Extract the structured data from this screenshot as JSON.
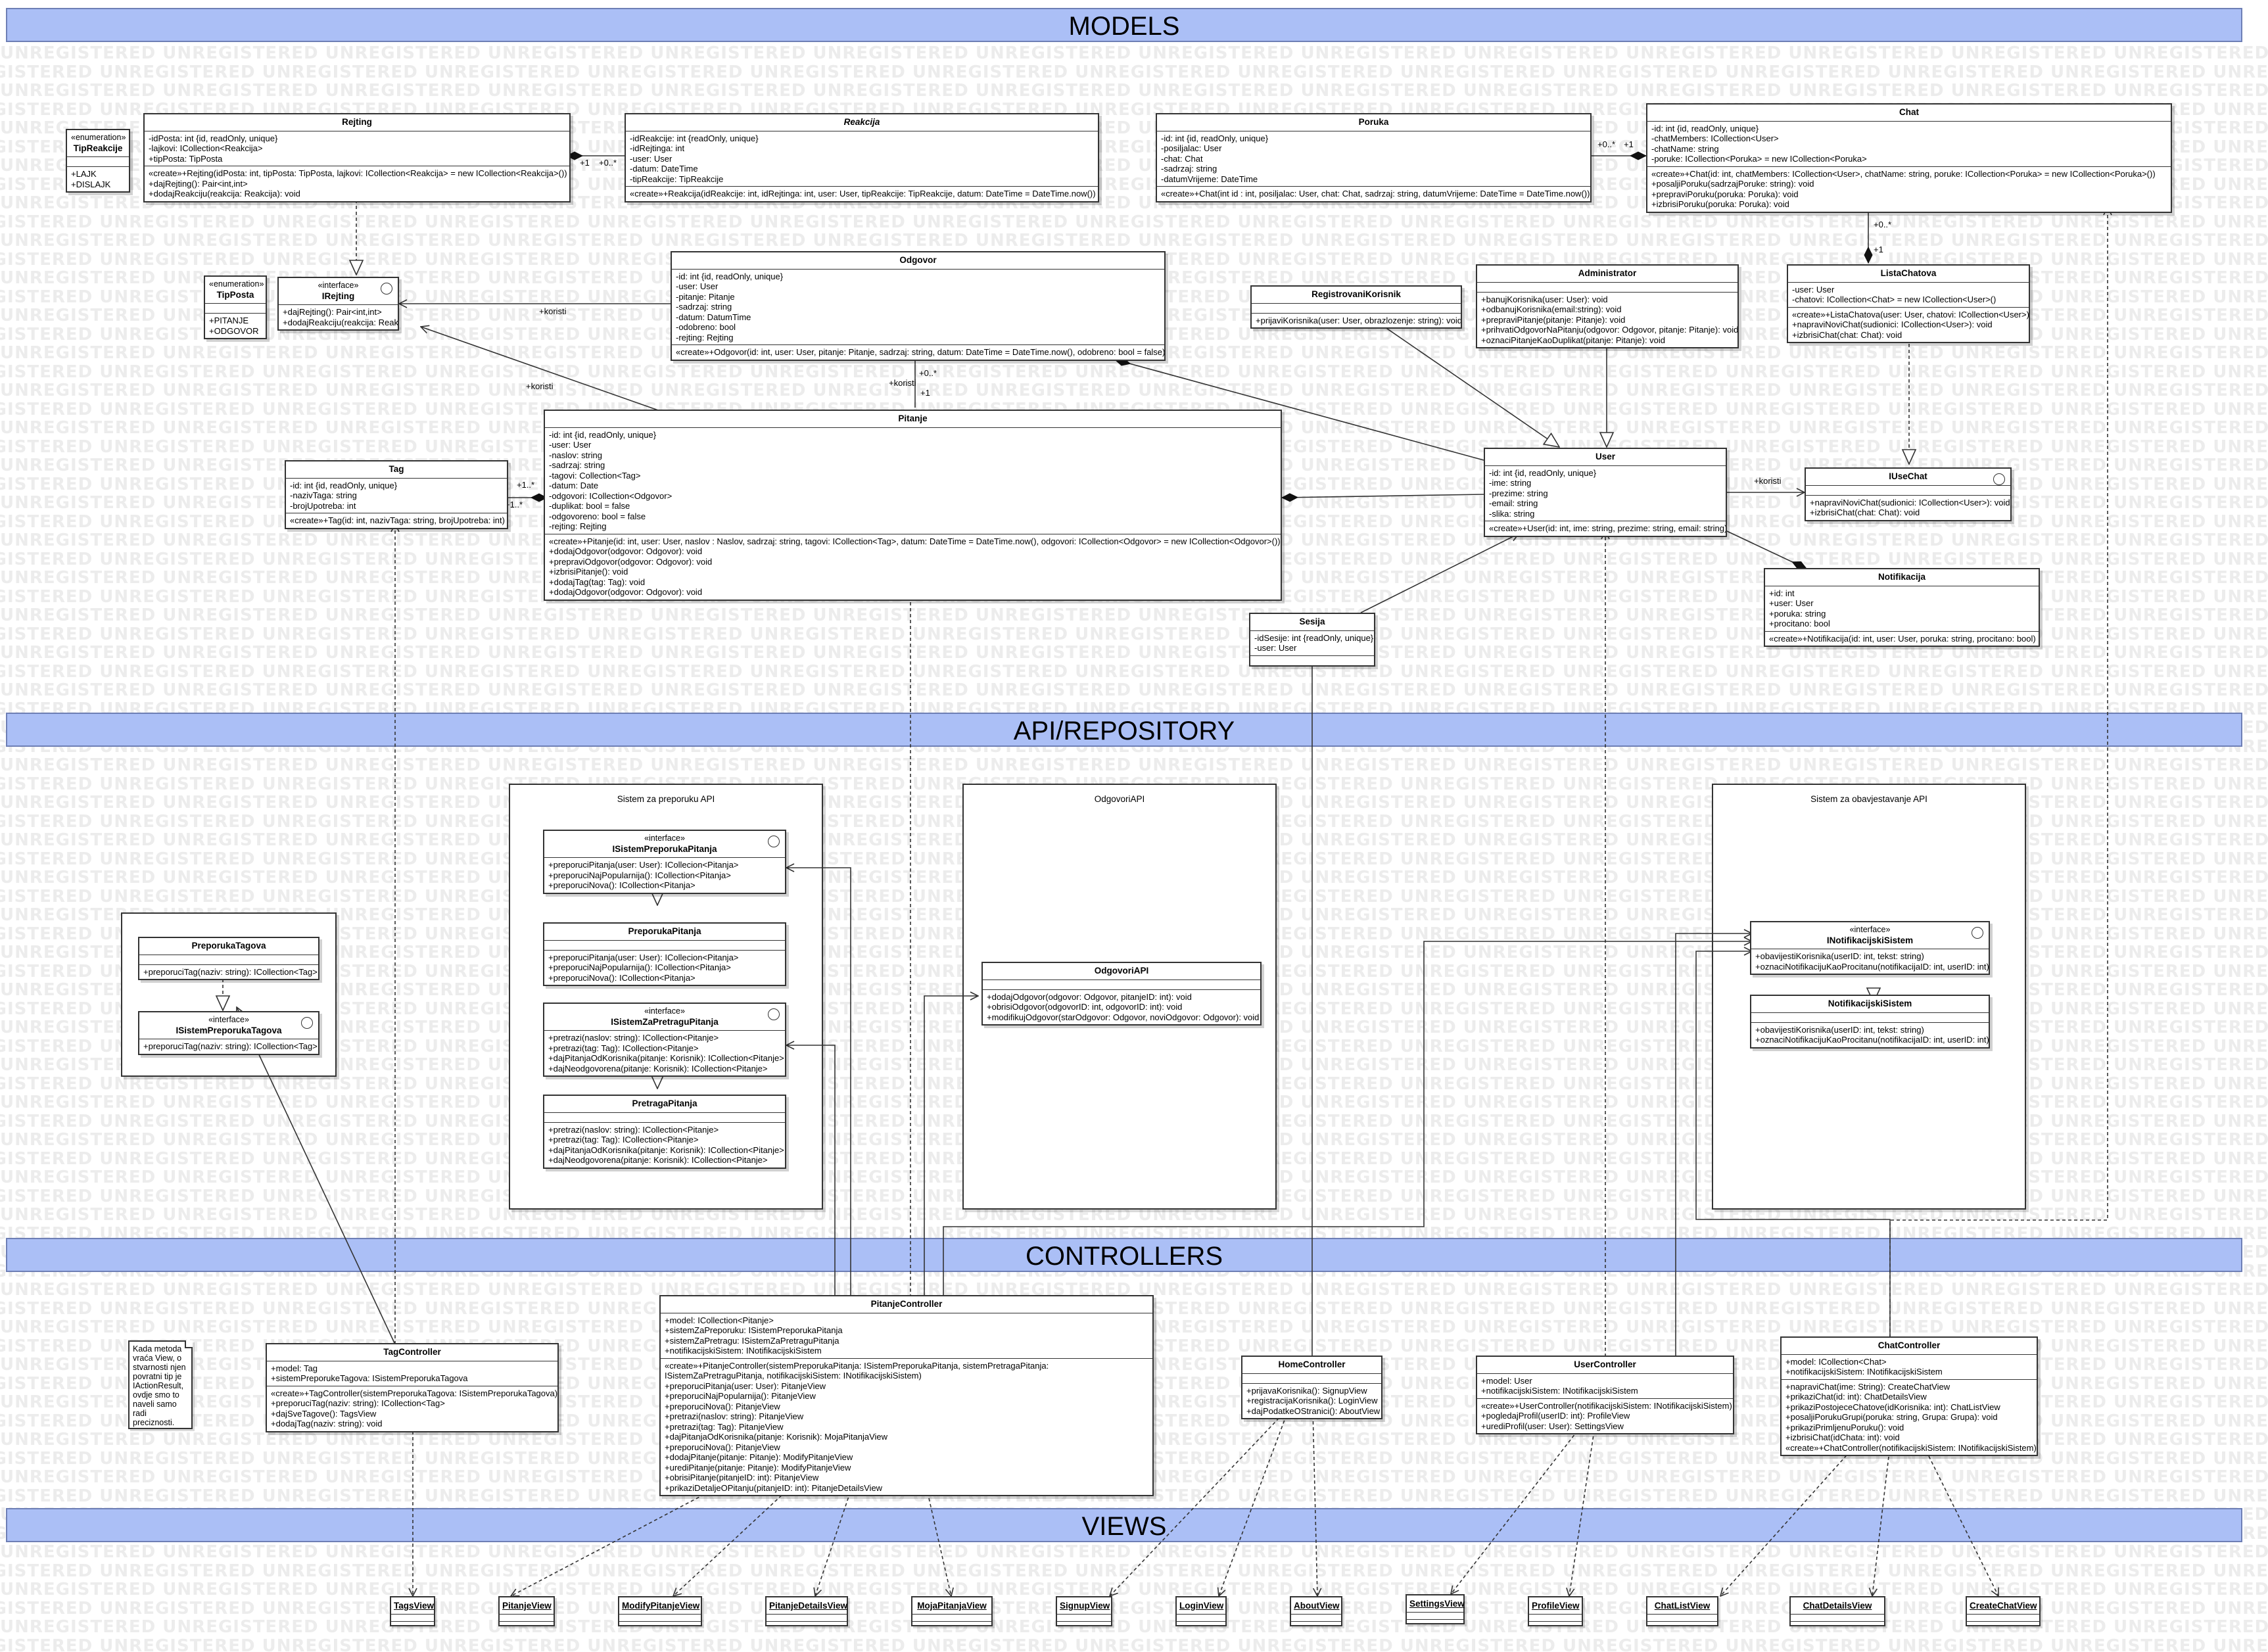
{
  "watermark": "UNREGISTERED",
  "sections": {
    "models": "MODELS",
    "api": "API/REPOSITORY",
    "controllers": "CONTROLLERS",
    "views": "VIEWS"
  },
  "classes": {
    "tiprekcije": {
      "stereotype": "«enumeration»",
      "name": "TipReakcije",
      "attrs": [
        "+LAJK",
        "+DISLAJK"
      ],
      "ops": []
    },
    "rejting": {
      "name": "Rejting",
      "attrs": [
        "-idPosta: int {id, readOnly, unique}",
        "-lajkovi: ICollection<Reakcija>",
        "+tipPosta: TipPosta"
      ],
      "ops": [
        "«create»+Rejting(idPosta: int, tipPosta: TipPosta, lajkovi: ICollection<Reakcija> = new ICollection<Reakcija>())",
        "+dajRejting(): Pair<int,int>",
        "+dodajReakciju(reakcija: Reakcija): void"
      ]
    },
    "reakcija": {
      "name": "Reakcija",
      "attrs": [
        "-idReakcije: int {readOnly, unique}",
        "-idRejtinga: int",
        "-user: User",
        "-datum: DateTime",
        "-tipReakcije: TipReakcije"
      ],
      "ops": [
        "«create»+Reakcija(idReakcije: int, idRejtinga: int, user: User, tipReakcije: TipReakcije, datum: DateTime = DateTime.now())"
      ]
    },
    "poruka": {
      "name": "Poruka",
      "attrs": [
        "-id: int {id, readOnly, unique}",
        "-posiljalac: User",
        "-chat: Chat",
        "-sadrzaj: string",
        "-datumVrijeme: DateTime"
      ],
      "ops": [
        "«create»+Chat(int id : int, posiljalac: User, chat: Chat, sadrzaj: string, datumVrijeme: DateTime = DateTime.now())"
      ]
    },
    "chat": {
      "name": "Chat",
      "attrs": [
        "-id: int {id, readOnly, unique}",
        "-chatMembers: ICollection<User>",
        "-chatName: string",
        "-poruke: ICollection<Poruka> = new ICollection<Poruka>"
      ],
      "ops": [
        "«create»+Chat(id: int, chatMembers: ICollection<User>, chatName: string, poruke: ICollection<Poruka> = new ICollection<Poruka>())",
        "+posaljiPoruku(sadrzajPoruke: string): void",
        "+prepraviPoruku(poruka: Poruka): void",
        "+izbrisiPoruku(poruka: Poruka): void"
      ]
    },
    "tipposta": {
      "stereotype": "«enumeration»",
      "name": "TipPosta",
      "attrs": [
        "+PITANJE",
        "+ODGOVOR"
      ],
      "ops": []
    },
    "irejting": {
      "stereotype": "«interface»",
      "name": "IRejting",
      "attrs": [
        "+dajRejting(): Pair<int,int>",
        "+dodajReakciju(reakcija: Reakcija): void"
      ],
      "ops": []
    },
    "odgovor": {
      "name": "Odgovor",
      "attrs": [
        "-id: int {id, readOnly, unique}",
        "-user: User",
        "-pitanje: Pitanje",
        "-sadrzaj: string",
        "-datum: DatumTime",
        "-odobreno: bool",
        "-rejting: Rejting"
      ],
      "ops": [
        "«create»+Odgovor(id: int, user: User, pitanje: Pitanje, sadrzaj: string, datum: DateTime = DateTime.now(), odobreno: bool = false)"
      ]
    },
    "registrovani": {
      "name": "RegistrovaniKorisnik",
      "attrs": [],
      "ops": [
        "+prijaviKorisnika(user: User, obrazlozenje: string): void"
      ]
    },
    "administrator": {
      "name": "Administrator",
      "attrs": [],
      "ops": [
        "+banujKorisnika(user: User): void",
        "+odbanujKorisnika(email:string): void",
        "+prepraviPitanje(pitanje: Pitanje): void",
        "+prihvatiOdgovorNaPitanju(odgovor: Odgovor, pitanje: Pitanje): void",
        "+oznaciPitanjeKaoDuplikat(pitanje: Pitanje): void"
      ]
    },
    "listachatova": {
      "name": "ListaChatova",
      "attrs": [
        "-user: User",
        "-chatovi: ICollection<Chat> = new ICollection<User>()"
      ],
      "ops": [
        "«create»+ListaChatova(user: User, chatovi: ICollection<User>)",
        "+napraviNoviChat(sudionici: ICollection<User>): void",
        "+izbrisiChat(chat: Chat): void"
      ]
    },
    "pitanje": {
      "name": "Pitanje",
      "attrs": [
        "-id: int {id, readOnly, unique}",
        "-user: User",
        "-naslov: string",
        "-sadrzaj: string",
        "-tagovi: Collection<Tag>",
        "-datum: Date",
        "-odgovori: ICollection<Odgovor>",
        "-duplikat: bool = false",
        "-odgovoreno: bool = false",
        "-rejting: Rejting"
      ],
      "ops": [
        "«create»+Pitanje(id: int, user: User, naslov : Naslov, sadrzaj: string, tagovi: ICollection<Tag>, datum: DateTime = DateTime.now(), odgovori: ICollection<Odgovor> = new ICollection<Odgovor>())",
        "+dodajOdgovor(odgovor: Odgovor): void",
        "+prepraviOdgovor(odgovor: Odgovor): void",
        "+izbrisiPitanje(): void",
        "+dodajTag(tag: Tag): void",
        "+dodajOdgovor(odgovor: Odgovor): void"
      ]
    },
    "tag": {
      "name": "Tag",
      "attrs": [
        "-id: int {id, readOnly, unique}",
        "-nazivTaga: string",
        "-brojUpotreba: int"
      ],
      "ops": [
        "«create»+Tag(id: int, nazivTaga: string, brojUpotreba: int)"
      ]
    },
    "user": {
      "name": "User",
      "attrs": [
        "-id: int {id, readOnly, unique}",
        "-ime: string",
        "-prezime: string",
        "-email: string",
        "-slika: string"
      ],
      "ops": [
        "«create»+User(id: int, ime: string, prezime: string, email: string)"
      ]
    },
    "iusechat": {
      "name": "IUseChat",
      "attrs": [],
      "ops": [
        "+napraviNoviChat(sudionici: ICollection<User>): void",
        "+izbrisiChat(chat: Chat): void"
      ]
    },
    "notifikacija": {
      "name": "Notifikacija",
      "attrs": [
        "+id: int",
        "+user: User",
        "+poruka: string",
        "+procitano: bool"
      ],
      "ops": [
        "«create»+Notifikacija(id: int, user: User, poruka: string, procitano: bool)"
      ]
    },
    "sesija": {
      "name": "Sesija",
      "attrs": [
        "-idSesije: int {readOnly, unique}",
        "-user: User"
      ],
      "ops": []
    },
    "isistempreporuka": {
      "stereotype": "«interface»",
      "name": "ISistemPreporukaPitanja",
      "attrs": [
        "+preporuciPitanja(user: User): ICollecion<Pitanja>",
        "+preporuciNajPopularnija(): ICollection<Pitanja>",
        "+preporuciNova(): ICollection<Pitanja>"
      ],
      "ops": []
    },
    "preporukapitanja": {
      "name": "PreporukaPitanja",
      "attrs": [],
      "ops": [
        "+preporuciPitanja(user: User): ICollecion<Pitanja>",
        "+preporuciNajPopularnija(): ICollection<Pitanja>",
        "+preporuciNova(): ICollection<Pitanja>"
      ]
    },
    "isistempretragu": {
      "stereotype": "«interface»",
      "name": "ISistemZaPretraguPitanja",
      "attrs": [
        "+pretrazi(naslov: string): ICollection<Pitanje>",
        "+pretrazi(tag: Tag): ICollection<Pitanje>",
        "+dajPitanjaOdKorisnika(pitanje: Korisnik): ICollection<Pitanje>",
        "+dajNeodgovorena(pitanje: Korisnik): ICollection<Pitanje>"
      ],
      "ops": []
    },
    "pretragapitanja": {
      "name": "PretragaPitanja",
      "attrs": [],
      "ops": [
        "+pretrazi(naslov: string): ICollection<Pitanje>",
        "+pretrazi(tag: Tag): ICollection<Pitanje>",
        "+dajPitanjaOdKorisnika(pitanje: Korisnik): ICollection<Pitanje>",
        "+dajNeodgovorena(pitanje: Korisnik): ICollection<Pitanje>"
      ]
    },
    "odgovoriapi": {
      "name": "OdgovoriAPI",
      "attrs": [],
      "ops": [
        "+dodajOdgovor(odgovor: Odgovor, pitanjeID: int): void",
        "+obrisiOdgovor(odgovorID: int, odgovorID: int): void",
        "+modifikujOdgovor(starOdgovor: Odgovor, noviOdgovor: Odgovor): void"
      ]
    },
    "preporukatagova": {
      "name": "PreporukaTagova",
      "attrs": [],
      "ops": [
        "+preporuciTag(naziv: string): ICollection<Tag>"
      ]
    },
    "isistempreporukatagova": {
      "stereotype": "«interface»",
      "name": "ISistemPreporukaTagova",
      "attrs": [
        "+preporuciTag(naziv: string): ICollection<Tag>"
      ],
      "ops": []
    },
    "inotifikacijski": {
      "stereotype": "«interface»",
      "name": "INotifikacijskiSistem",
      "attrs": [
        "+obavijestiKorisnika(userID: int, tekst: string)",
        "+oznaciNotifikacijuKaoProcitanu(notifikacijaID: int, userID: int)"
      ],
      "ops": []
    },
    "notifikacijski": {
      "name": "NotifikacijskiSistem",
      "attrs": [],
      "ops": [
        "+obavijestiKorisnika(userID: int, tekst: string)",
        "+oznaciNotifikacijuKaoProcitanu(notifikacijaID: int, userID: int)"
      ]
    },
    "tagcontroller": {
      "name": "TagController",
      "attrs": [
        "+model: Tag",
        "+sistemPreporukeTagova: ISistemPreporukaTagova"
      ],
      "ops": [
        "«create»+TagController(sistemPreporukaTagova: ISistemPreporukaTagova)",
        "+preporuciTag(naziv: string): ICollection<Tag>",
        "+dajSveTagove(): TagsView",
        "+dodajTag(naziv: string): void"
      ]
    },
    "pitanjecontroller": {
      "name": "PitanjeController",
      "attrs": [
        "+model: ICollection<Pitanje>",
        "+sistemZaPreporuku: ISistemPreporukaPitanja",
        "+sistemZaPretragu: ISistemZaPretraguPitanja",
        "+notifikacijskiSistem: INotifikacijskiSistem"
      ],
      "ops": [
        "«create»+PitanjeController(sistemPreporukaPitanja: ISistemPreporukaPitanja, sistemPretragaPitanja:",
        "ISistemZaPretraguPitanja, notifikacijskiSistem: INotifikacijskiSistem)",
        "+preporuciPitanja(user: User): PitanjeView",
        "+preporuciNajPopularnija(): PitanjeView",
        "+preporuciNova(): PitanjeView",
        "+pretrazi(naslov: string): PitanjeView",
        "+pretrazi(tag: Tag): PitanjeView",
        "+dajPitanjaOdKorisnika(pitanje: Korisnik): MojaPitanjaView",
        "+preporuciNova(): PitanjeView",
        "+dodajPitanje(pitanje: Pitanje): ModifyPitanjeView",
        "+urediPitanje(pitanje: Pitanje): ModifyPitanjeView",
        "+obrisiPitanje(pitanjeID: int): PitanjeView",
        "+prikaziDetaljeOPitanju(pitanjeID: int): PitanjeDetailsView"
      ]
    },
    "homecontroller": {
      "name": "HomeController",
      "attrs": [],
      "ops": [
        "+prijavaKorisnika(): SignupView",
        "+registracijaKorisnika(): LoginView",
        "+dajPodatkeOStranici(): AboutView"
      ]
    },
    "usercontroller": {
      "name": "UserController",
      "attrs": [
        "+model: User",
        "+notifikacijskiSistem: INotifikacijskiSistem"
      ],
      "ops": [
        "«create»+UserController(notifikacijskiSistem: INotifikacijskiSistem)",
        "+pogledajProfil(userID: int): ProfileView",
        "+urediProfil(user: User): SettingsView"
      ]
    },
    "chatcontroller": {
      "name": "ChatController",
      "attrs": [
        "+model: ICollection<Chat>",
        "+notifikacijskiSistem: INotifikacijskiSistem"
      ],
      "ops": [
        "+napraviChat(ime: String): CreateChatView",
        "+prikaziChat(id: int): ChatDetailsView",
        "+prikaziPostojeceChatove(idKorisnika: int): ChatListView",
        "+posaljiPorukuGrupi(poruka: string, Grupa: Grupa): void",
        "+prikaziPrimljenuPoruku(): void",
        "+izbrisiChat(idChata: int): void",
        "«create»+ChatController(notifikacijskiSistem: INotifikacijskiSistem)"
      ]
    }
  },
  "packages": {
    "preporuka": "Sistem za preporuku API",
    "odgovori": "OdgovoriAPI",
    "obavjestavanje": "Sistem za obavjestavanje API"
  },
  "note": [
    "Kada metoda",
    "vraća View, o",
    "stvarnosti njen",
    "povratni tip je",
    "IActionResult,",
    "ovdje smo to",
    "naveli samo",
    "radi",
    "preciznosti."
  ],
  "views": [
    "TagsView",
    "PitanjeView",
    "ModifyPitanjeView",
    "PitanjeDetailsView",
    "MojaPitanjaView",
    "SignupView",
    "LoginView",
    "AboutView",
    "SettingsView",
    "ProfileView",
    "ChatListView",
    "ChatDetailsView",
    "CreateChatView"
  ],
  "labels": {
    "rejting_reakcija_left": "+1",
    "rejting_reakcija_right": "+0..*",
    "poruka_chat_left": "+0..*",
    "poruka_chat_right": "+1",
    "chat_lista_top": "+0..*",
    "chat_lista_bottom": "+1",
    "odgovor_irejting": "+koristi",
    "pitanje_irejting": "+koristi",
    "pitanje_odgovor_top": "+0..*",
    "pitanje_odgovor_bottom": "+1",
    "pitanje_odgovor_koristi": "+koristi",
    "tag_pitanje_top": "+1..*",
    "tag_pitanje_bottom": "+1..*",
    "user_iusechat": "+koristi"
  }
}
